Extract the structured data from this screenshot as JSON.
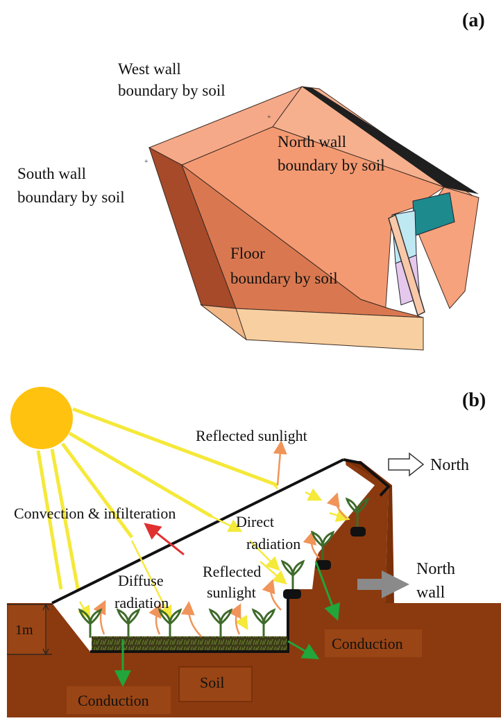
{
  "panel_a": {
    "label": "(a)",
    "west_wall": [
      "West wall",
      "boundary by soil"
    ],
    "north_wall": [
      "North wall",
      "boundary by soil"
    ],
    "south_wall": [
      "South wall",
      "boundary by soil"
    ],
    "floor": [
      "Floor",
      "boundary by soil"
    ]
  },
  "panel_b": {
    "label": "(b)",
    "reflected_top": "Reflected sunlight",
    "north": "North",
    "convection": "Convection & infilteration",
    "direct": [
      "Direct",
      "radiation"
    ],
    "reflected_inner": [
      "Reflected",
      "sunlight"
    ],
    "diffuse": [
      "Diffuse",
      "radiation"
    ],
    "north_wall": [
      "North",
      "wall"
    ],
    "depth": "1m",
    "conduction_right": "Conduction",
    "soil": "Soil",
    "conduction_left": "Conduction"
  },
  "colors": {
    "wall_face": "#f2946b",
    "floor_face": "#d9734d",
    "soil": "#8b3a0f",
    "soil_dark": "#6a2a08",
    "sun": "#ffc20e",
    "ray": "#f5e93a",
    "reflect_arrow": "#f0945a",
    "conduction_arrow": "#22a53a",
    "convection_arrow": "#e03030"
  }
}
